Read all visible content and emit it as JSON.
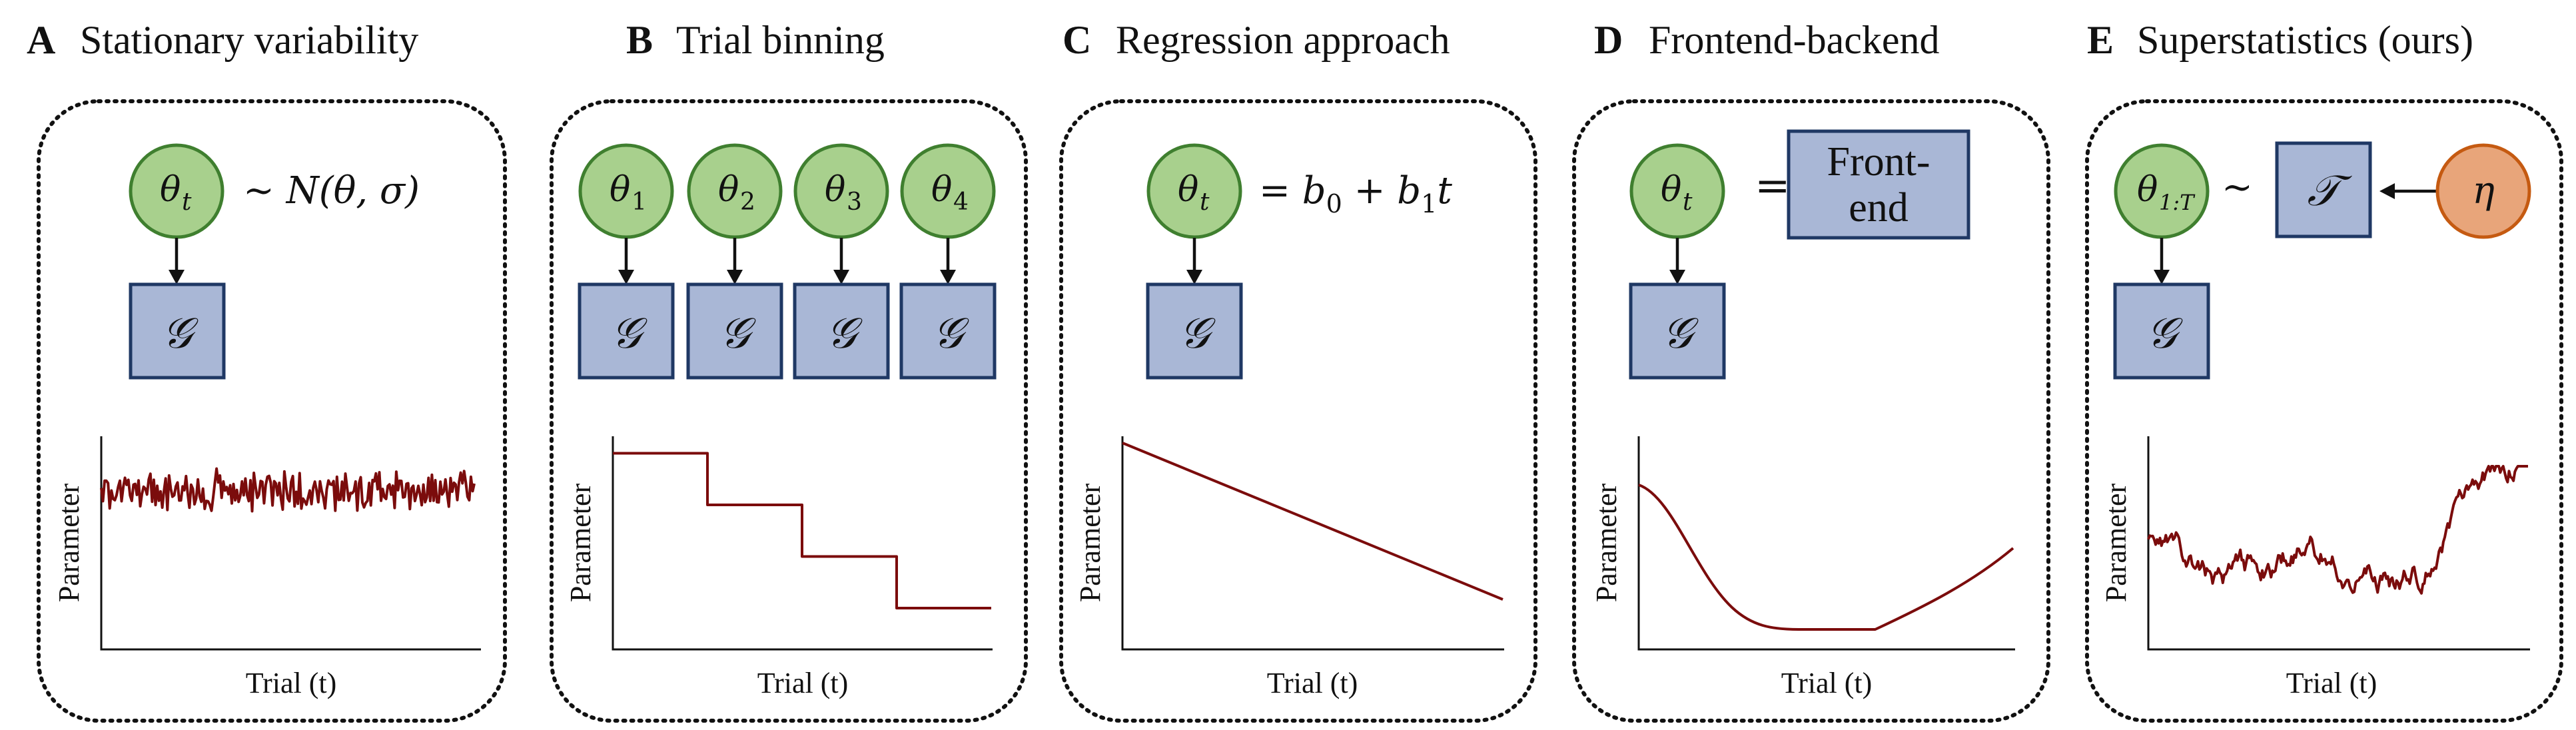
{
  "panels": [
    {
      "letter": "A",
      "title": "Stationary variability",
      "node_labels": [
        "θ"
      ],
      "node_subscripts": [
        "t"
      ],
      "equation": "~ N(θ, σ)",
      "box_glyph": "𝒢",
      "ylabel": "Parameter",
      "xlabel": "Trial (t)",
      "trace_kind": "stationary"
    },
    {
      "letter": "B",
      "title": "Trial binning",
      "node_labels": [
        "θ",
        "θ",
        "θ",
        "θ"
      ],
      "node_subscripts": [
        "1",
        "2",
        "3",
        "4"
      ],
      "box_glyph": "𝒢",
      "ylabel": "Parameter",
      "xlabel": "Trial (t)",
      "trace_kind": "binning",
      "levels": [
        0.95,
        0.7,
        0.45,
        0.2
      ]
    },
    {
      "letter": "C",
      "title": "Regression approach",
      "node_labels": [
        "θ"
      ],
      "node_subscripts": [
        "t"
      ],
      "equation_parts": [
        "= b",
        "0",
        " + b",
        "1",
        "t"
      ],
      "box_glyph": "𝒢",
      "ylabel": "Parameter",
      "xlabel": "Trial (t)",
      "trace_kind": "linear"
    },
    {
      "letter": "D",
      "title": "Frontend-backend",
      "node_labels": [
        "θ"
      ],
      "node_subscripts": [
        "t"
      ],
      "equals": "=",
      "frontend_lines": [
        "Front-",
        "end"
      ],
      "box_glyph": "𝒢",
      "ylabel": "Parameter",
      "xlabel": "Trial (t)",
      "trace_kind": "frontend"
    },
    {
      "letter": "E",
      "title": "Superstatistics (ours)",
      "node_labels": [
        "θ"
      ],
      "node_subscripts": [
        "1:T"
      ],
      "tilde": "~",
      "transition_glyph": "𝒯",
      "eta_glyph": "η",
      "box_glyph": "𝒢",
      "ylabel": "Parameter",
      "xlabel": "Trial (t)",
      "trace_kind": "random_walk"
    }
  ]
}
